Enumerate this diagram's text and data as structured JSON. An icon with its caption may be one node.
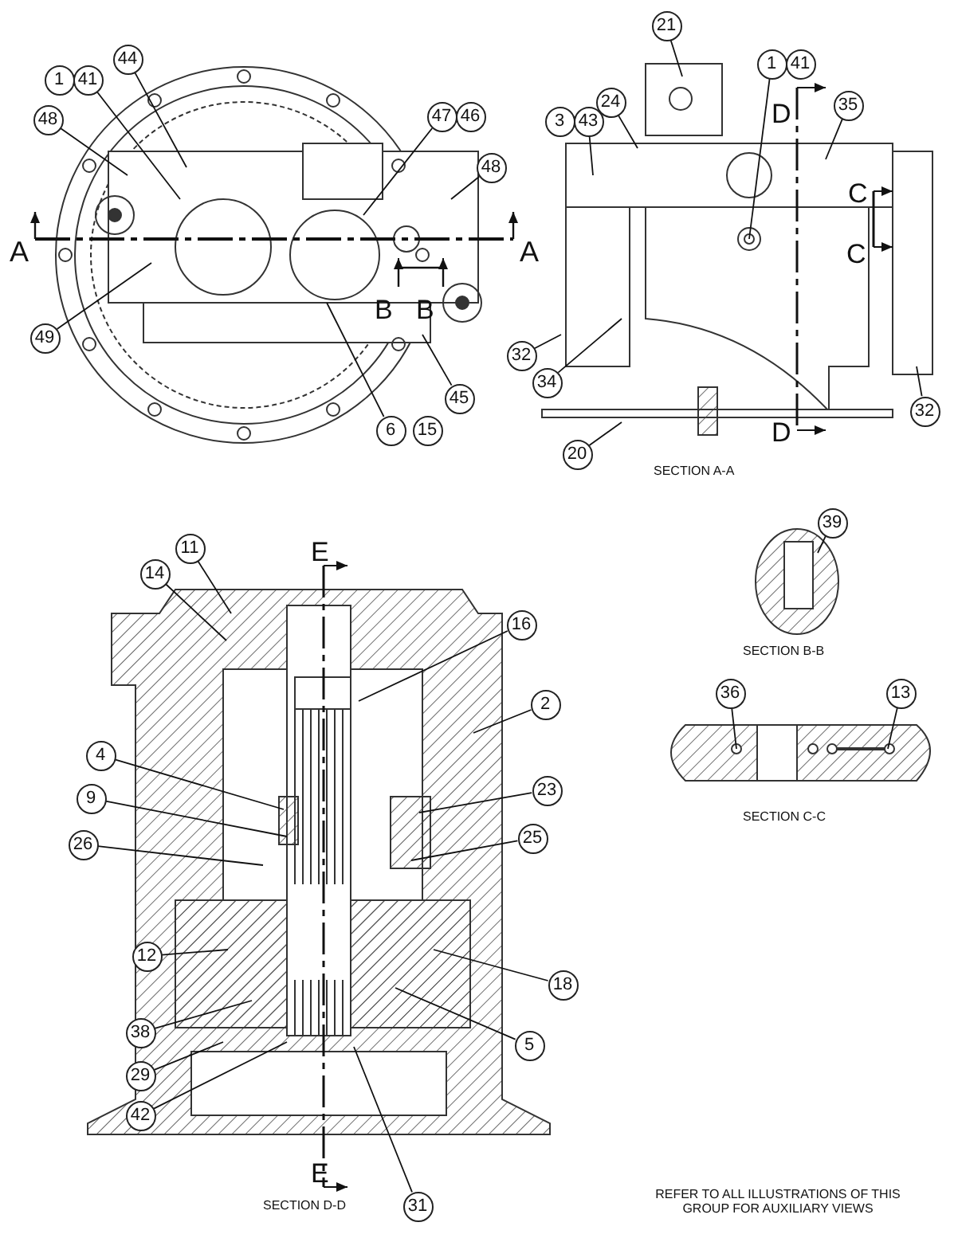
{
  "diagram": {
    "nodes": [
      {
        "text": [
          "1"
        ]
      },
      {
        "text": [
          "41"
        ]
      },
      {
        "text": [
          "44"
        ]
      },
      {
        "text": [
          "48"
        ]
      },
      {
        "text": [
          "49"
        ]
      },
      {
        "text": [
          "47"
        ]
      },
      {
        "text": [
          "46"
        ]
      },
      {
        "text": [
          "48"
        ]
      },
      {
        "text": [
          "45"
        ]
      },
      {
        "text": [
          "6"
        ]
      },
      {
        "text": [
          "15"
        ]
      },
      {
        "text": [
          "21"
        ]
      },
      {
        "text": [
          "3"
        ]
      },
      {
        "text": [
          "43"
        ]
      },
      {
        "text": [
          "24"
        ]
      },
      {
        "text": [
          "1"
        ]
      },
      {
        "text": [
          "41"
        ]
      },
      {
        "text": [
          "35"
        ]
      },
      {
        "text": [
          "32"
        ]
      },
      {
        "text": [
          "34"
        ]
      },
      {
        "text": [
          "32"
        ]
      },
      {
        "text": [
          "20"
        ]
      },
      {
        "text": [
          "11"
        ]
      },
      {
        "text": [
          "14"
        ]
      },
      {
        "text": [
          "16"
        ]
      },
      {
        "text": [
          "2"
        ]
      },
      {
        "text": [
          "4"
        ]
      },
      {
        "text": [
          "23"
        ]
      },
      {
        "text": [
          "9"
        ]
      },
      {
        "text": [
          "25"
        ]
      },
      {
        "text": [
          "26"
        ]
      },
      {
        "text": [
          "12"
        ]
      },
      {
        "text": [
          "18"
        ]
      },
      {
        "text": [
          "38"
        ]
      },
      {
        "text": [
          "5"
        ]
      },
      {
        "text": [
          "29"
        ]
      },
      {
        "text": [
          "42"
        ]
      },
      {
        "text": [
          "31"
        ]
      },
      {
        "text": [
          "39"
        ]
      },
      {
        "text": [
          "36"
        ]
      },
      {
        "text": [
          "13"
        ]
      }
    ],
    "edges": [
      {
        "from": 1,
        "to": null,
        "arrow": "none"
      },
      {
        "from": 2,
        "to": null,
        "arrow": "none"
      },
      {
        "from": 3,
        "to": null,
        "arrow": "none"
      },
      {
        "from": 4,
        "to": null,
        "arrow": "none"
      },
      {
        "from": 5,
        "to": null,
        "arrow": "none"
      },
      {
        "from": 7,
        "to": null,
        "arrow": "none"
      },
      {
        "from": 8,
        "to": null,
        "arrow": "none"
      },
      {
        "from": 9,
        "to": null,
        "arrow": "none"
      },
      {
        "from": 11,
        "to": null,
        "arrow": "none"
      },
      {
        "from": 13,
        "to": null,
        "arrow": "none"
      },
      {
        "from": 14,
        "to": null,
        "arrow": "none"
      },
      {
        "from": 15,
        "to": null,
        "arrow": "none"
      },
      {
        "from": 17,
        "to": null,
        "arrow": "none"
      },
      {
        "from": 18,
        "to": null,
        "arrow": "none"
      },
      {
        "from": 19,
        "to": null,
        "arrow": "none"
      },
      {
        "from": 20,
        "to": null,
        "arrow": "none"
      },
      {
        "from": 21,
        "to": null,
        "arrow": "none"
      },
      {
        "from": 22,
        "to": null,
        "arrow": "none"
      },
      {
        "from": 23,
        "to": null,
        "arrow": "none"
      },
      {
        "from": 24,
        "to": null,
        "arrow": "none"
      },
      {
        "from": 25,
        "to": null,
        "arrow": "none"
      },
      {
        "from": 26,
        "to": null,
        "arrow": "none"
      },
      {
        "from": 27,
        "to": null,
        "arrow": "none"
      },
      {
        "from": 28,
        "to": null,
        "arrow": "none"
      },
      {
        "from": 29,
        "to": null,
        "arrow": "none"
      },
      {
        "from": 30,
        "to": null,
        "arrow": "none"
      },
      {
        "from": 31,
        "to": null,
        "arrow": "none"
      },
      {
        "from": 32,
        "to": null,
        "arrow": "none"
      },
      {
        "from": 33,
        "to": null,
        "arrow": "none"
      },
      {
        "from": 34,
        "to": null,
        "arrow": "none"
      },
      {
        "from": 35,
        "to": null,
        "arrow": "none"
      },
      {
        "from": 36,
        "to": null,
        "arrow": "none"
      },
      {
        "from": 37,
        "to": null,
        "arrow": "none"
      },
      {
        "from": 38,
        "to": null,
        "arrow": "none"
      },
      {
        "from": 39,
        "to": null,
        "arrow": "none"
      },
      {
        "from": 40,
        "to": null,
        "arrow": "none"
      }
    ],
    "labels": [
      "A",
      "A",
      "B",
      "B",
      "D",
      "C",
      "C",
      "D",
      "SECTION A-A",
      "E",
      "SECTION B-B",
      "SECTION C-C",
      "E",
      "SECTION D-D",
      "REFER TO ALL ILLUSTRATIONS OF THIS GROUP FOR AUXILIARY VIEWS"
    ]
  }
}
